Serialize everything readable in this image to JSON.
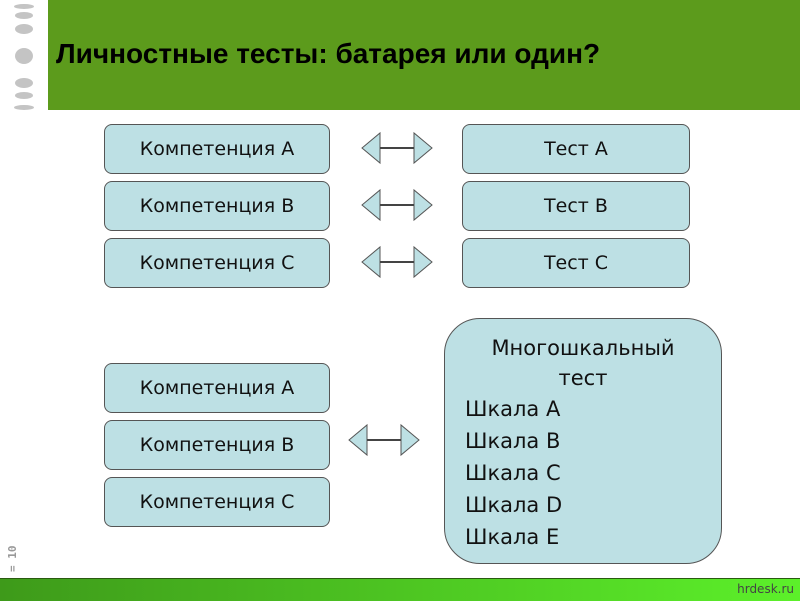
{
  "title": "Личностные тесты: батарея или один?",
  "top_pairs": [
    {
      "competence": "Компетенция А",
      "test": "Тест А"
    },
    {
      "competence": "Компетенция В",
      "test": "Тест В"
    },
    {
      "competence": "Компетенция С",
      "test": "Тест С"
    }
  ],
  "bottom_competences": [
    "Компетенция А",
    "Компетенция В",
    "Компетенция С"
  ],
  "multiscale": {
    "title_line1": "Многошкальный",
    "title_line2": "тест",
    "scales": [
      "Шкала А",
      "Шкала В",
      "Шкала С",
      "Шкала D",
      "Шкала Е"
    ]
  },
  "page_number": "= 10",
  "footer": "hrdesk.ru"
}
